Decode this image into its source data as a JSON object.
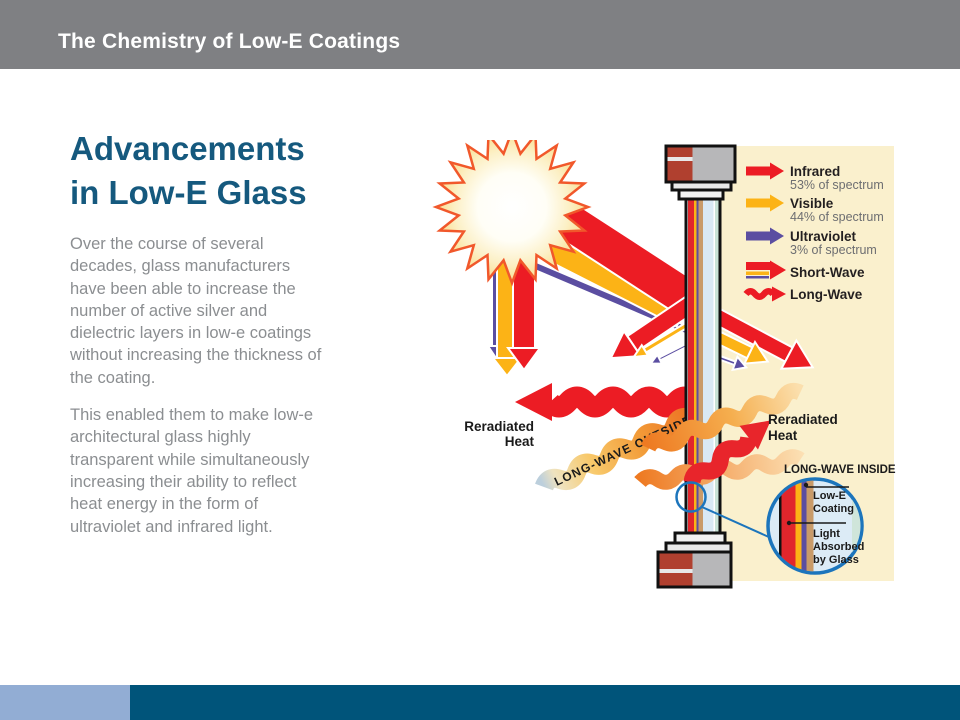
{
  "slide": {
    "header": {
      "title": "The Chemistry of Low-E Coatings"
    },
    "title_line1": "Advancements",
    "title_line2": "in Low-E Glass",
    "paragraph1": "Over the course of several\ndecades, glass manufacturers\nhave been able to increase the\nnumber of active silver and\ndielectric layers in low-e coatings\nwithout increasing the thickness of\nthe coating.",
    "paragraph2": "This enabled them to make low-e\narchitectural glass highly\ntransparent while simultaneously\nincreasing their ability to reflect\nheat energy in the form of\nultraviolet and infrared light."
  },
  "diagram": {
    "legend": [
      {
        "label": "Infrared",
        "sub": "53% of spectrum"
      },
      {
        "label": "Visible",
        "sub": "44% of spectrum"
      },
      {
        "label": "Ultraviolet",
        "sub": "3% of spectrum"
      },
      {
        "label": "Short-Wave"
      },
      {
        "label": "Long-Wave"
      }
    ],
    "labels": {
      "reradiated_left_line1": "Reradiated",
      "reradiated_left_line2": "Heat",
      "reradiated_right_line1": "Reradiated",
      "reradiated_right_line2": "Heat",
      "long_wave_outside": "LONG-WAVE OUTSIDE",
      "long_wave_inside": "LONG-WAVE INSIDE",
      "coating_line1": "Low-E",
      "coating_line2": "Coating",
      "absorbed_line1": "Light",
      "absorbed_line2": "Absorbed",
      "absorbed_line3": "by Glass"
    },
    "colors": {
      "header_bg": "#7F8083",
      "title_text": "#15597E",
      "body_text": "#8B8E91",
      "footer_left": "#92ADD4",
      "footer_right": "#00547A",
      "infrared_red": "#EC1C24",
      "visible_yellow": "#FCB316",
      "ultraviolet_purple": "#5B4EA1",
      "longwave_orange": "#EF7D24",
      "panel_cream": "#FAF0CD",
      "glass_blue": "#D9E9F4",
      "glass_green": "#C8E2D6",
      "frame_gray": "#B7B7B9",
      "brick_red": "#B0402F",
      "callout_blue": "#1C75BC"
    }
  }
}
